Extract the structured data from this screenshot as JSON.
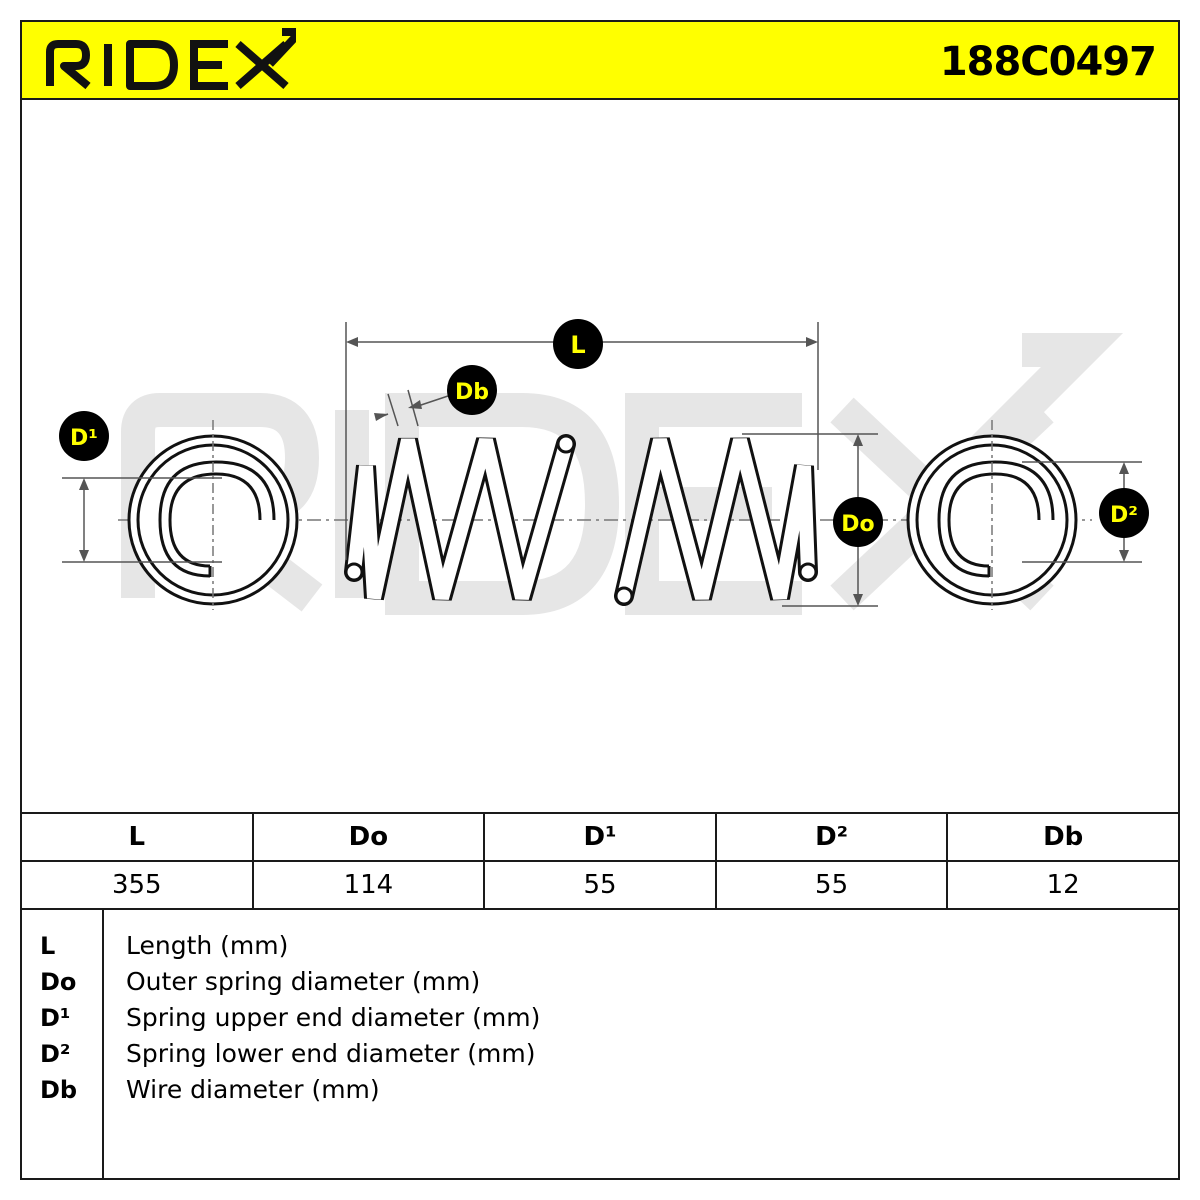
{
  "header": {
    "brand": "RIDEX",
    "part_number": "188C0497",
    "background_color": "#ffff00"
  },
  "diagram": {
    "watermark": "RIDEX",
    "labels": {
      "L": "L",
      "Db": "Db",
      "D1": "D¹",
      "Do": "Do",
      "D2": "D²"
    },
    "badge_color": "#000000",
    "badge_text_color": "#ffff00"
  },
  "specs": {
    "headers": [
      "L",
      "Do",
      "D¹",
      "D²",
      "Db"
    ],
    "values": [
      "355",
      "114",
      "55",
      "55",
      "12"
    ]
  },
  "legend": [
    {
      "key": "L",
      "text": "Length (mm)"
    },
    {
      "key": "Do",
      "text": "Outer spring diameter (mm)"
    },
    {
      "key": "D¹",
      "text": "Spring upper end diameter (mm)"
    },
    {
      "key": "D²",
      "text": "Spring lower end diameter (mm)"
    },
    {
      "key": "Db",
      "text": "Wire diameter (mm)"
    }
  ]
}
